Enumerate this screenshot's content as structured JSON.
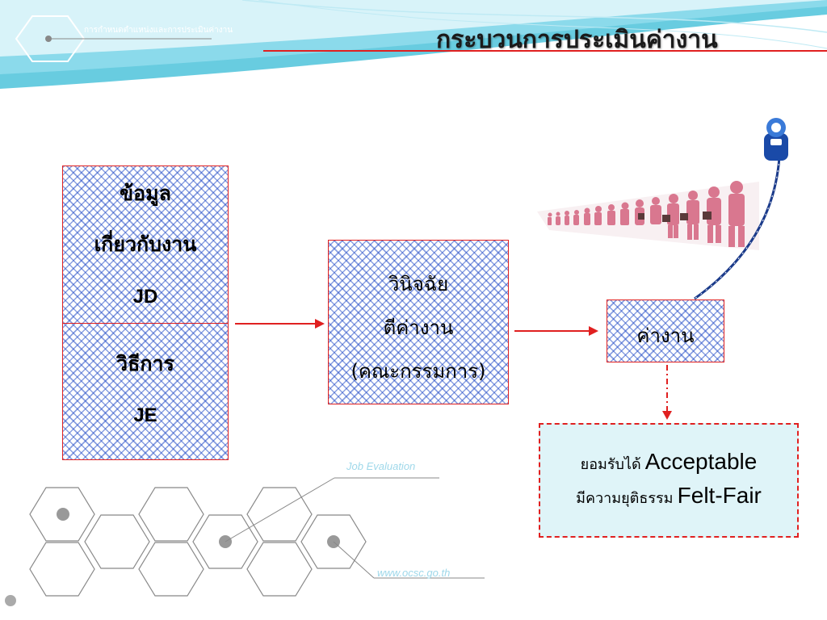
{
  "header": {
    "subtitle": "การกำหนดตำแหน่งและการประเมินค่างาน",
    "title": "กระบวนการประเมินค่างาน"
  },
  "left_box": {
    "top_lines": [
      "ข้อมูล",
      "เกี่ยวกับงาน",
      "JD"
    ],
    "bottom_lines": [
      "วิธีการ",
      "JE"
    ]
  },
  "middle_box": {
    "lines": [
      "วินิจฉัย",
      "ตีค่างาน",
      "(คณะกรรมการ)"
    ]
  },
  "right_box": {
    "label": "ค่างาน"
  },
  "result_box": {
    "line1_thai": "ยอมรับได้",
    "line1_en": "Acceptable",
    "line2_thai": "มีความยุติธรรม",
    "line2_en": "Felt-Fair"
  },
  "footer": {
    "job_evaluation_label": "Job Evaluation",
    "website": "www.ocsc.go.th"
  },
  "colors": {
    "accent_red": "#e02020",
    "hatch_blue": "#2850c8",
    "teal": "#5ac8dc",
    "result_bg": "#dff4f8"
  },
  "icons": [
    "hexagon-icon",
    "arrow-right-icon",
    "people-queue-image",
    "measuring-tape-icon"
  ]
}
